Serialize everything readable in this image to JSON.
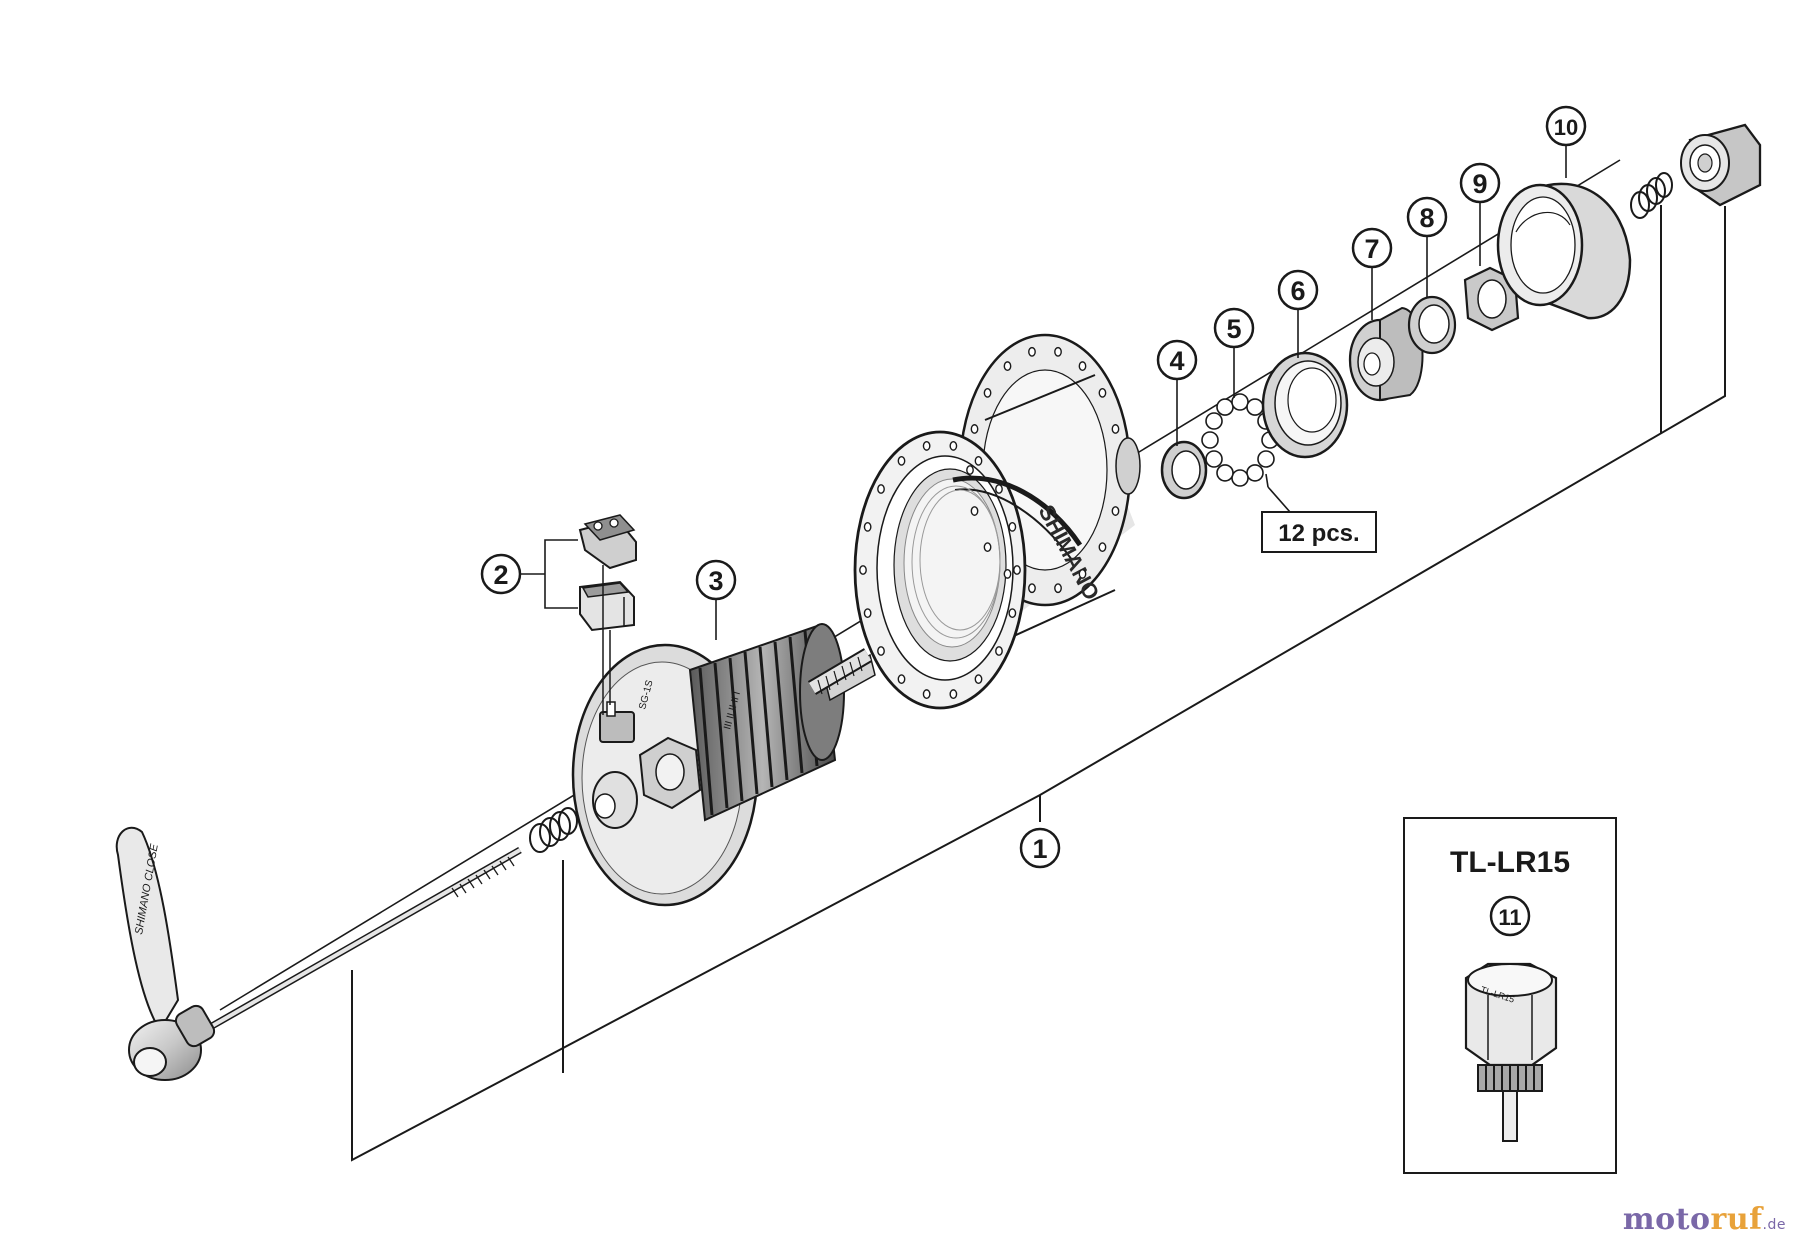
{
  "callouts": {
    "c1": "1",
    "c2": "2",
    "c3": "3",
    "c4": "4",
    "c5": "5",
    "c6": "6",
    "c7": "7",
    "c8": "8",
    "c9": "9",
    "c10": "10",
    "c11": "11"
  },
  "quantity_note": "12 pcs.",
  "hub_brand_text": "SHIMANO",
  "lever_text": "SHIMANO CLOSE",
  "tool_box": {
    "title": "TL-LR15"
  },
  "watermark": {
    "part1": "moto",
    "part2": "ruf",
    "suffix": ".de"
  },
  "colors": {
    "line": "#1a1a1a",
    "part_fill": "#d9d9d9",
    "part_dark": "#9a9a9a",
    "watermark_purple": "#7a68a8",
    "watermark_orange": "#e8a23a"
  }
}
